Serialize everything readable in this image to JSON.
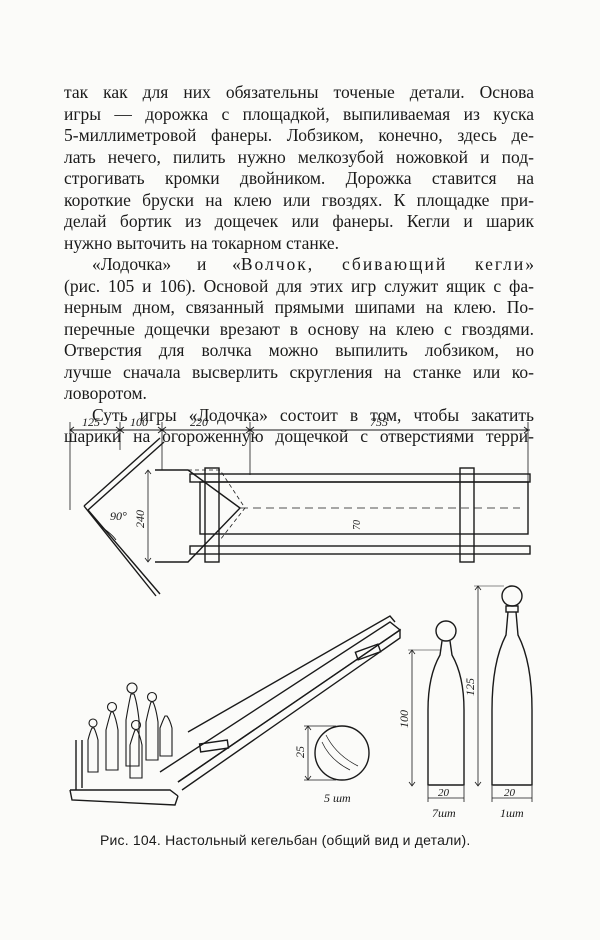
{
  "paragraphs": [
    {
      "lines": [
        "так как для них обязательны точеные детали. Основа",
        "игры — дорожка с площадкой, выпиливаемая из куска",
        "5-миллиметровой фанеры. Лобзиком, конечно, здесь де-",
        "лать нечего, пилить нужно мелкозубой ножовкой и под-",
        "строгивать кромки двойником. Дорожка ставится на",
        "короткие бруски на клею или гвоздях. К площадке при-",
        "делай бортик из дощечек или фанеры. Кегли и шарик",
        "нужно выточить на токарном станке."
      ]
    },
    {
      "first_pre": "«Лодочка» и «",
      "first_spaced": "Волчок, сбивающий кегли",
      "first_post": "»",
      "lines": [
        "(рис. 105 и 106). Основой для этих игр служит ящик с фа-",
        "нерным дном, связанный прямыми шипами на клею. По-",
        "перечные дощечки врезают в основу на клею с гвоздями.",
        "Отверстия для волчка можно выпилить лобзиком, но",
        "лучше сначала высверлить скругления на станке или ко-",
        "ловоротом."
      ]
    },
    {
      "lines": [
        "Суть игры «Лодочка» состоит в том, чтобы закатить",
        "шарики на огороженную дощечкой с отверстиями терри-"
      ]
    }
  ],
  "figure": {
    "dimensions": {
      "d125": "125",
      "d100": "100",
      "d220": "220",
      "d755": "755",
      "d240": "240",
      "d70": "70",
      "angle": "90°",
      "ball_size": "25",
      "pin_small_height": "100",
      "pin_large_height": "125",
      "pin_small_width": "20",
      "pin_large_width": "20"
    },
    "ball_qty": "5 шт",
    "pin_small_qty": "7шт",
    "pin_large_qty": "1шт"
  },
  "caption": "Рис. 104. Настольный кегельбан (общий вид и детали)."
}
